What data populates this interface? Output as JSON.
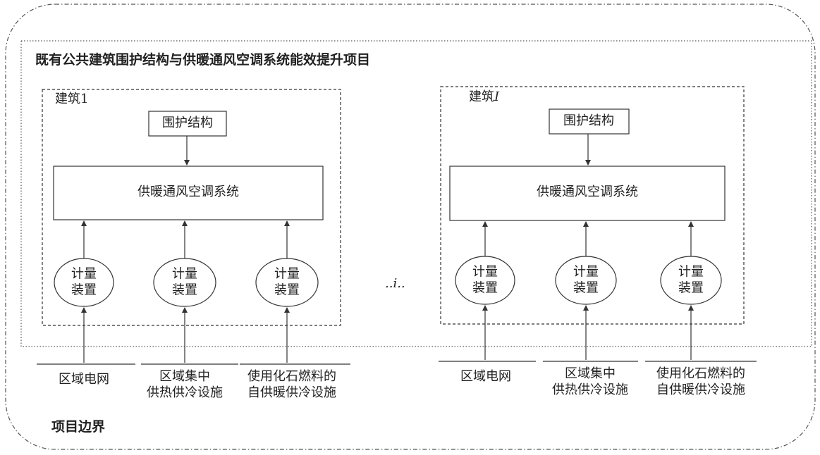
{
  "project_title": "既有公共建筑围护结构与供暖通风空调系统能效提升项目",
  "boundary_label": "项目边界",
  "ellipsis": "..i..",
  "buildings": [
    {
      "name": "建筑1",
      "envelope": "围护结构",
      "hvac": "供暖通风空调系统",
      "meter": "计量\n装置",
      "sources": [
        "区域电网",
        "区域集中\n供热供冷设施",
        "使用化石燃料的\n自供暖供冷设施"
      ]
    },
    {
      "name": "建筑I",
      "envelope": "围护结构",
      "hvac": "供暖通风空调系统",
      "meter": "计量\n装置",
      "sources": [
        "区域电网",
        "区域集中\n供热供冷设施",
        "使用化石燃料的\n自供暖供冷设施"
      ]
    }
  ]
}
